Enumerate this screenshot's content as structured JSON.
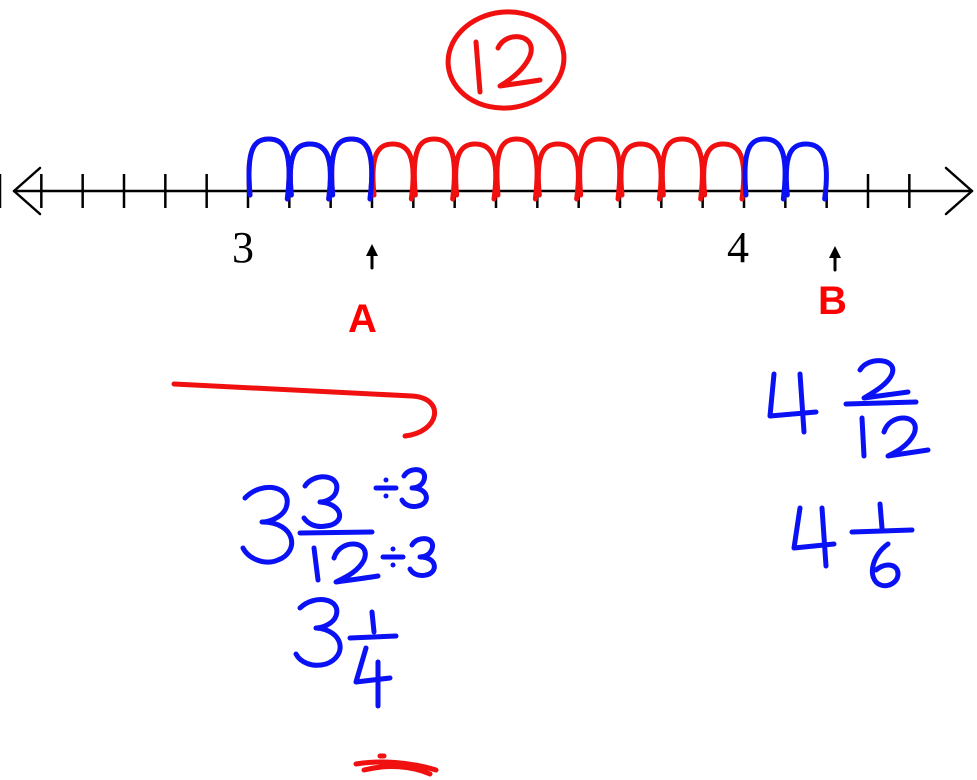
{
  "number_line": {
    "start_label": "3",
    "end_label": "4",
    "divisions": 12,
    "tick_range": [
      -6,
      16
    ],
    "colors": {
      "axis": "#000000",
      "annotation_red": "#f01010",
      "annotation_blue": "#0a12f5"
    }
  },
  "handwriting": {
    "circled_count": "12",
    "point_a": {
      "label": "A",
      "position_twelfths": 3,
      "steps": [
        {
          "whole": "3",
          "numerator": "3",
          "denominator": "12",
          "num_op": "÷3",
          "den_op": "÷3"
        },
        {
          "whole": "3",
          "numerator": "1",
          "denominator": "4"
        }
      ]
    },
    "point_b": {
      "label": "B",
      "position_twelfths": 14,
      "steps": [
        {
          "whole": "4",
          "numerator": "2",
          "denominator": "12"
        },
        {
          "whole": "4",
          "numerator": "1",
          "denominator": "6"
        }
      ]
    }
  }
}
